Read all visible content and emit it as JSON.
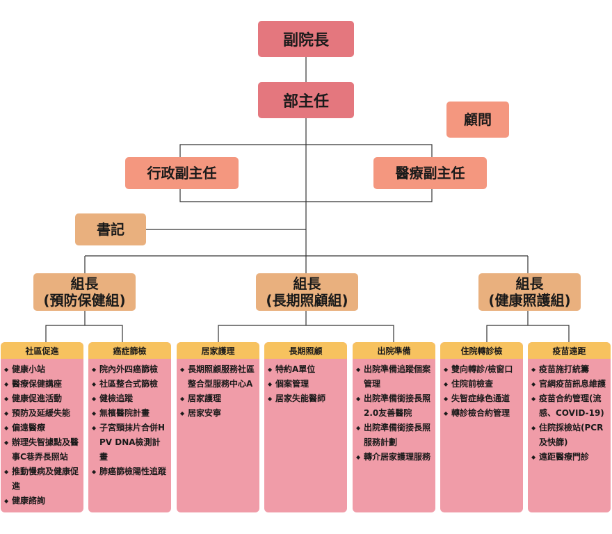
{
  "vice_president": "副院長",
  "director": "部主任",
  "advisor": "顧問",
  "admin_deputy": "行政副主任",
  "medical_deputy": "醫療副主任",
  "secretary": "書記",
  "groups": [
    {
      "line1": "組長",
      "line2": "(預防保健組)"
    },
    {
      "line1": "組長",
      "line2": "(長期照顧組)"
    },
    {
      "line1": "組長",
      "line2": "(健康照護組)"
    }
  ],
  "units": [
    {
      "title": "社區促進",
      "items": [
        "健康小站",
        "醫療保健講座",
        "健康促進活動",
        "預防及延緩失能",
        "偏遠醫療",
        "辦理失智據點及醫事C巷弄長照站",
        "推動慢病及健康促進",
        "健康諮詢"
      ]
    },
    {
      "title": "癌症篩檢",
      "items": [
        "院內外四癌篩檢",
        "社區整合式篩檢",
        "健檢追蹤",
        "無檳醫院計畫",
        "子宮頸抹片合併HPV DNA檢測計畫",
        "肺癌篩檢陽性追蹤"
      ]
    },
    {
      "title": "居家護理",
      "items": [
        "長期照顧服務社區整合型服務中心A",
        "居家護理",
        "居家安寧"
      ]
    },
    {
      "title": "長期照顧",
      "items": [
        "特約A單位",
        "個案管理",
        "居家失能醫師"
      ]
    },
    {
      "title": "出院準備",
      "items": [
        "出院準備追蹤個案管理",
        "出院準備銜接長照2.0友善醫院",
        "出院準備銜接長照服務計劃",
        "轉介居家護理服務"
      ]
    },
    {
      "title": "住院轉診檢",
      "items": [
        "雙向轉診/檢窗口",
        "住院前檢查",
        "失智症綠色通道",
        "轉診檢合約管理"
      ]
    },
    {
      "title": "疫苗遠距",
      "items": [
        "疫苗施打統籌",
        "官網疫苗訊息維護",
        "疫苗合約管理(流感、COVID-19)",
        "住院採檢站(PCR及快篩)",
        "遠距醫療門診"
      ]
    }
  ]
}
